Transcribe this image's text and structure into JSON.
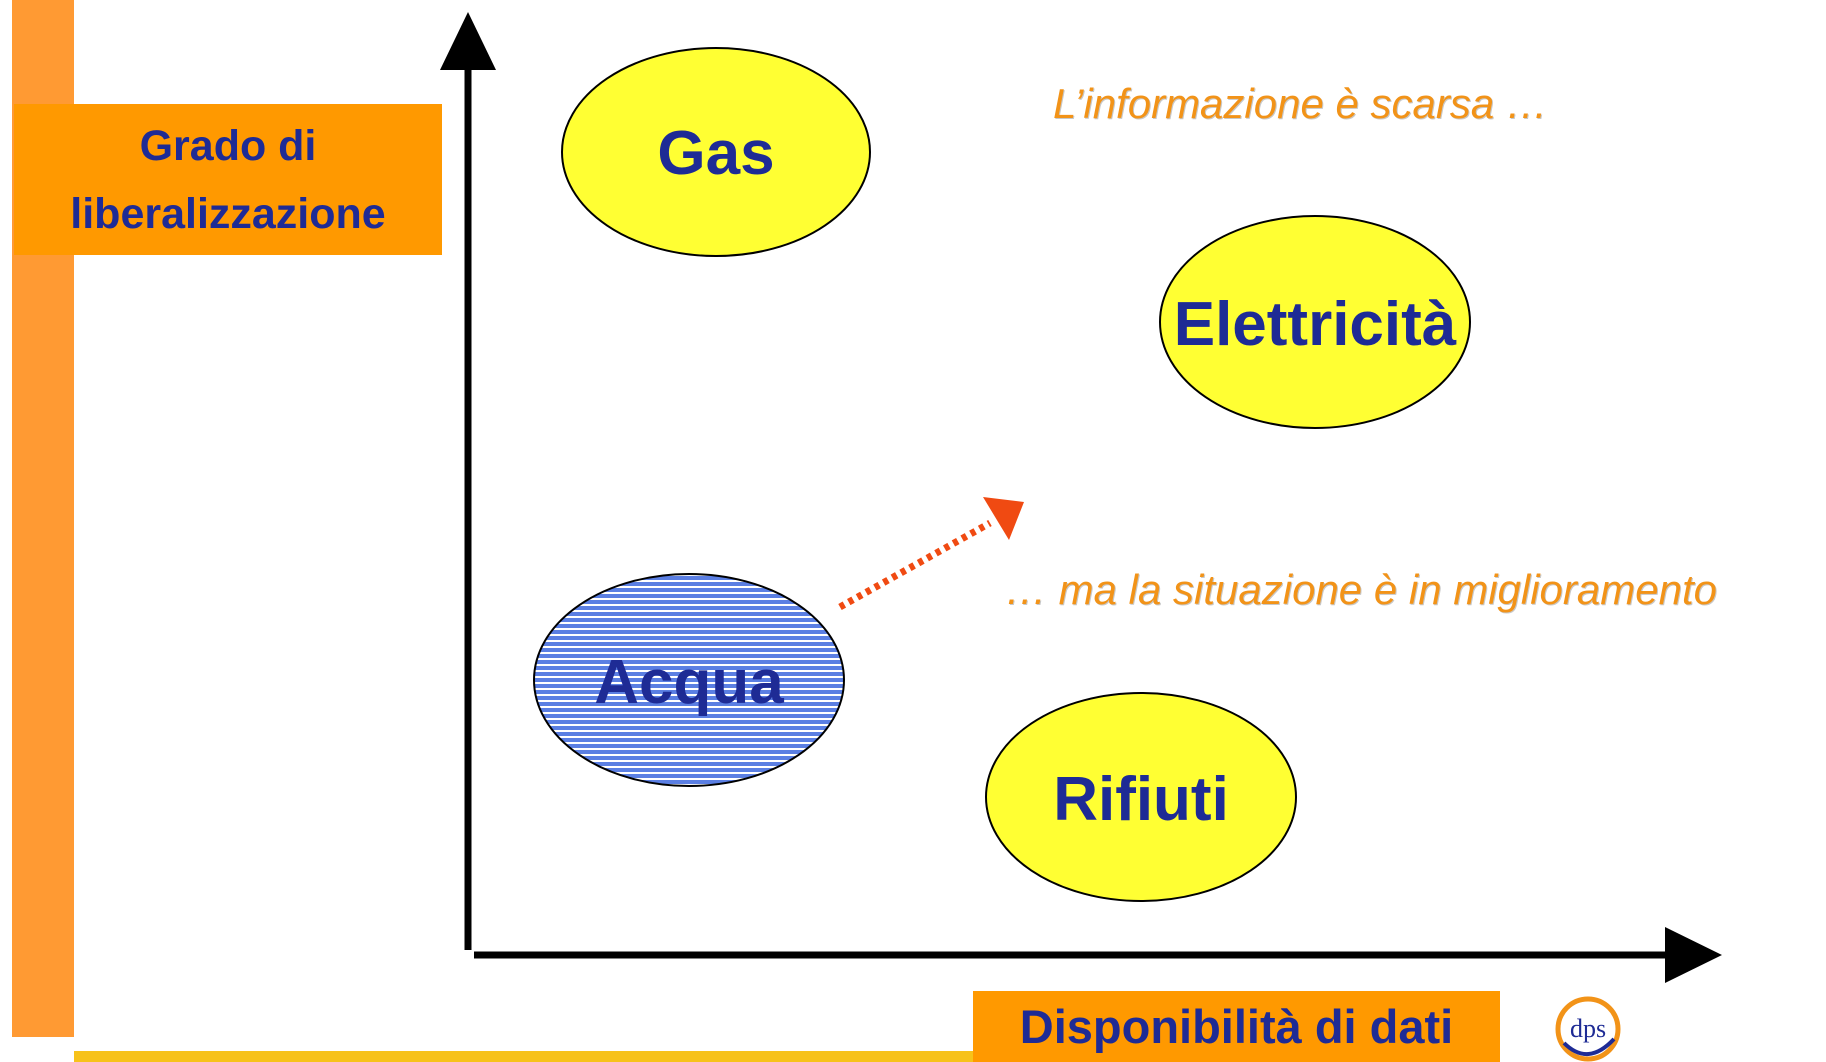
{
  "axes": {
    "y_label": "Grado di liberalizzazione",
    "x_label": "Disponibilità di dati"
  },
  "notes": {
    "top": "L’informazione è scarsa …",
    "bottom": "… ma la situazione è in miglioramento"
  },
  "nodes": [
    {
      "id": "gas",
      "label": "Gas",
      "fill": "#ffff33",
      "pattern": "none"
    },
    {
      "id": "elettricita",
      "label": "Elettricità",
      "fill": "#ffff33",
      "pattern": "none"
    },
    {
      "id": "acqua",
      "label": "Acqua",
      "fill": "#5b7fe3",
      "pattern": "horizontal-stripes"
    },
    {
      "id": "rifiuti",
      "label": "Rifiuti",
      "fill": "#ffff33",
      "pattern": "none"
    }
  ],
  "arrow": {
    "from": "acqua",
    "direction": "up-right",
    "style": "dotted",
    "color": "#f04a12"
  },
  "logo": {
    "icon": "dps-logo-icon"
  },
  "colors": {
    "accent_orange": "#ff9900",
    "side_bar": "#ff9a33",
    "bottom_line": "#f7c21a",
    "text_blue": "#1e2b95",
    "note_orange": "#f29318"
  }
}
